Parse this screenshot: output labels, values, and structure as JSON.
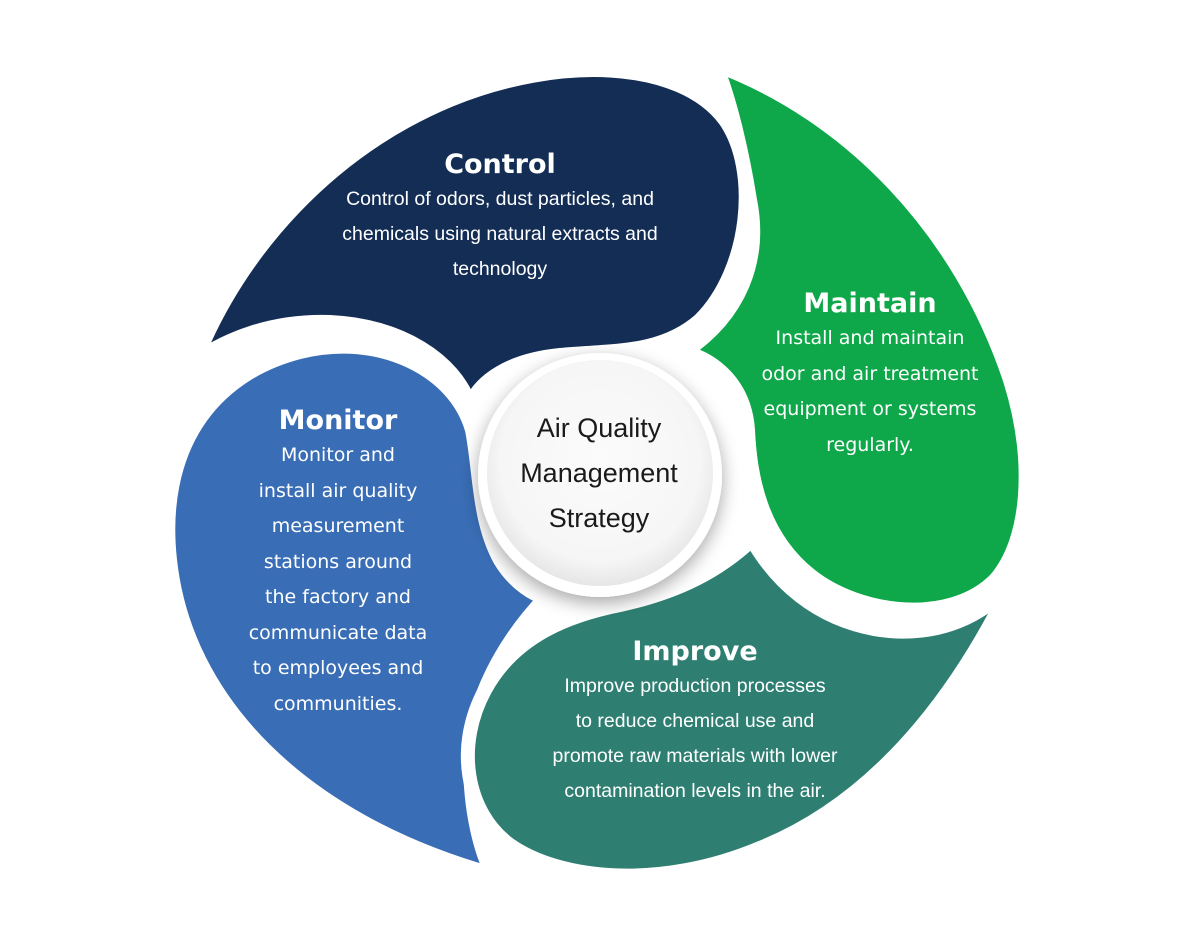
{
  "diagram": {
    "center": {
      "lines": [
        "Air Quality",
        "Management",
        "Strategy"
      ]
    },
    "segments": [
      {
        "id": "control",
        "title": "Control",
        "description_lines": [
          "Control of odors, dust particles, and",
          "chemicals using natural extracts and",
          "technology"
        ],
        "color": "#132d55"
      },
      {
        "id": "maintain",
        "title": "Maintain",
        "description_lines": [
          "Install and maintain",
          "odor and air treatment",
          "equipment or systems",
          "regularly."
        ],
        "color": "#0ea84a"
      },
      {
        "id": "improve",
        "title": "Improve",
        "description_lines": [
          "Improve production processes",
          "to reduce chemical use and",
          "promote raw materials with lower",
          "contamination levels in the air."
        ],
        "color": "#2e7f72"
      },
      {
        "id": "monitor",
        "title": "Monitor",
        "description_lines": [
          "Monitor and",
          "install air quality",
          "measurement",
          "stations around",
          "the factory and",
          "communicate data",
          "to employees and",
          "communities."
        ],
        "color": "#396db5"
      }
    ]
  }
}
